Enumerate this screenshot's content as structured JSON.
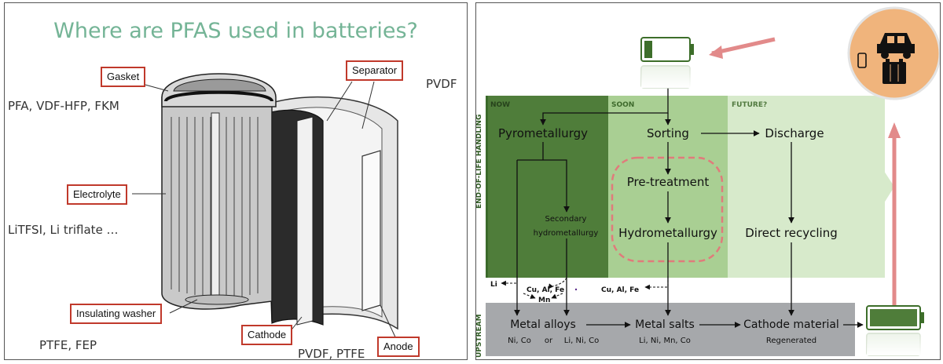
{
  "left": {
    "title": "Where are PFAS used in batteries?",
    "labels": {
      "gasket": "Gasket",
      "separator": "Separator",
      "electrolyte": "Electrolyte",
      "insulating_washer": "Insulating washer",
      "cathode": "Cathode",
      "anode": "Anode"
    },
    "chemicals": {
      "gasket": "PFA, VDF-HFP, FKM",
      "separator": "PVDF",
      "electrolyte": "LiTFSI, Li triflate …",
      "washer": "PTFE, FEP",
      "electrodes": "PVDF, PTFE"
    }
  },
  "right": {
    "side_labels": {
      "eol": "END-OF-LIFE HANDLING",
      "upstream": "UPSTREAM"
    },
    "columns": {
      "now": "NOW",
      "soon": "SOON",
      "future": "FUTURE?"
    },
    "nodes": {
      "pyrometallurgy": "Pyrometallurgy",
      "sorting": "Sorting",
      "discharge": "Discharge",
      "pretreatment": "Pre-treatment",
      "secondary_1": "Secondary",
      "secondary_2": "hydrometallurgy",
      "hydrometallurgy": "Hydrometallurgy",
      "direct_recycling": "Direct recycling"
    },
    "byproducts": {
      "li": "Li",
      "cu_al_fe_1": "Cu, Al, Fe",
      "mn": "Mn",
      "cu_al_fe_2": "Cu, Al, Fe"
    },
    "upstream": {
      "metal_alloys": "Metal alloys",
      "alloy_1": "Ni, Co",
      "alloy_or": "or",
      "alloy_2": "Li, Ni, Co",
      "metal_salts": "Metal salts",
      "salts_sub": "Li, Ni, Mn, Co",
      "cathode_material": "Cathode material",
      "cathode_sub": "Regenerated"
    },
    "colors": {
      "now": "#4f7d3a",
      "soon": "#a9cf93",
      "future": "#d7eacb",
      "upstream": "#a6a8ab",
      "arrow": "#e28a8a",
      "circle": "#f0b47c",
      "accent_title": "#74b496"
    }
  }
}
